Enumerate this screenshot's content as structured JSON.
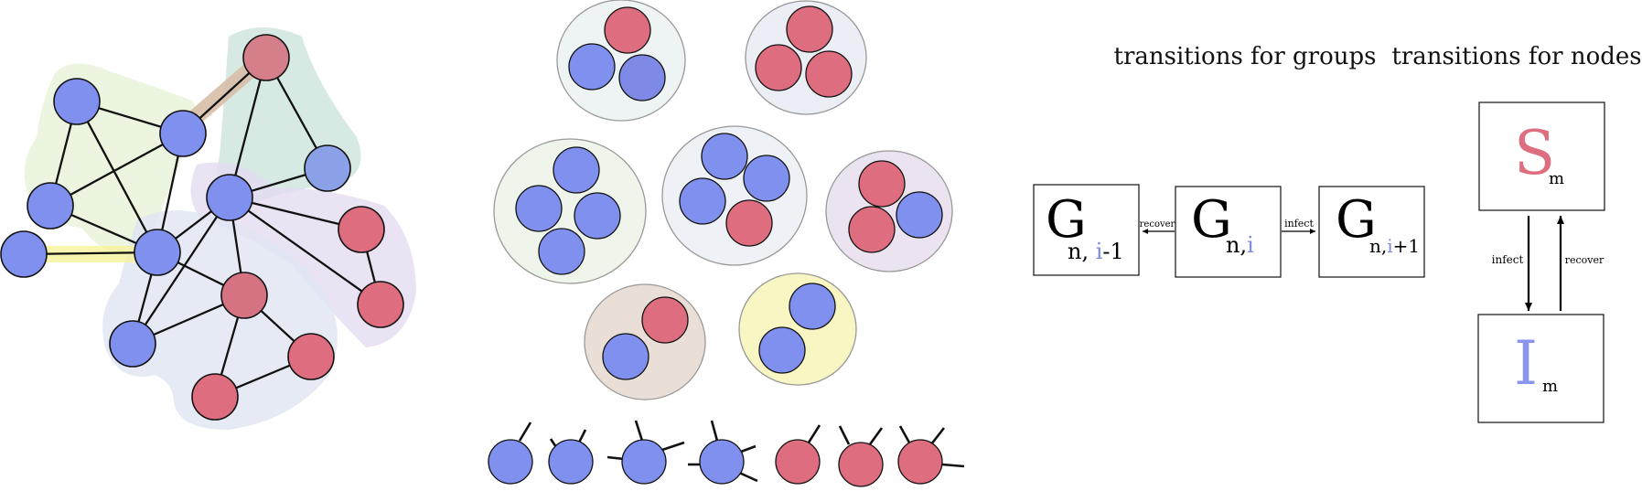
{
  "titles": {
    "groups": "transitions for groups",
    "nodes": "transitions for nodes"
  },
  "group_transitions": {
    "left": {
      "letter": "G",
      "sub_n": "n,",
      "sub_i": "i",
      "sub_suffix": "-1"
    },
    "center": {
      "letter": "G",
      "sub_n": "n,",
      "sub_i": "i",
      "sub_suffix": ""
    },
    "right": {
      "letter": "G",
      "sub_n": "n,",
      "sub_i": "i",
      "sub_suffix": "+1"
    },
    "recover_label": "recover",
    "infect_label": "infect"
  },
  "node_transitions": {
    "susceptible": {
      "letter": "S",
      "sub": "m"
    },
    "infected": {
      "letter": "I",
      "sub": "m"
    },
    "infect_label": "infect",
    "recover_label": "recover"
  },
  "colors": {
    "susceptible": "#8090ee",
    "infected": "#e06d7e",
    "index_highlight": "#7d8ae6",
    "s_letter": "#de6d80",
    "i_letter": "#8a95ef"
  }
}
